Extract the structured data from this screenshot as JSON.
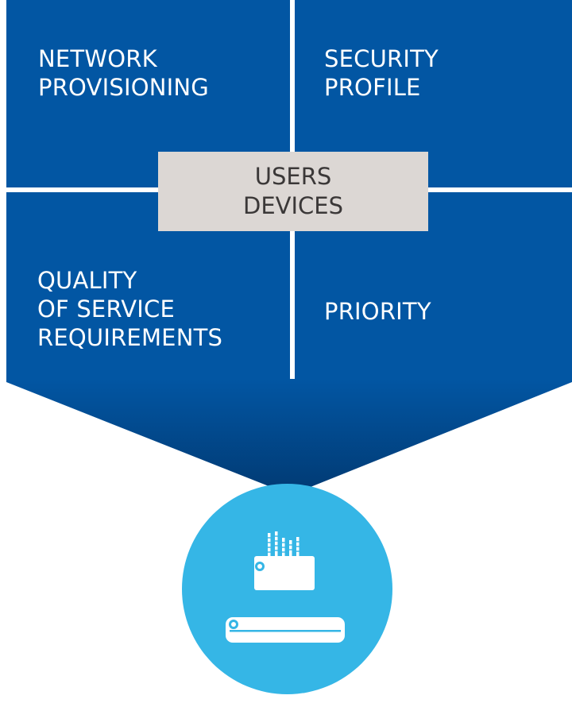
{
  "quadrants": {
    "network_provisioning": [
      "NETWORK",
      "PROVISIONING"
    ],
    "security_profile": [
      "SECURITY",
      "PROFILE"
    ],
    "quality_of_service": [
      "QUALITY",
      "OF SERVICE",
      "REQUIREMENTS"
    ],
    "priority": [
      "PRIORITY"
    ]
  },
  "center": [
    "USERS",
    "DEVICES"
  ],
  "icons": {
    "hub": "network-devices-icon",
    "router": "router-icon",
    "switch": "switch-icon"
  },
  "colors": {
    "quadrant_blue": "#0256a3",
    "center_gray": "#dcd7d4",
    "hub_cyan": "#35b6e6",
    "text_white": "#ffffff",
    "center_text": "#3b3838"
  }
}
